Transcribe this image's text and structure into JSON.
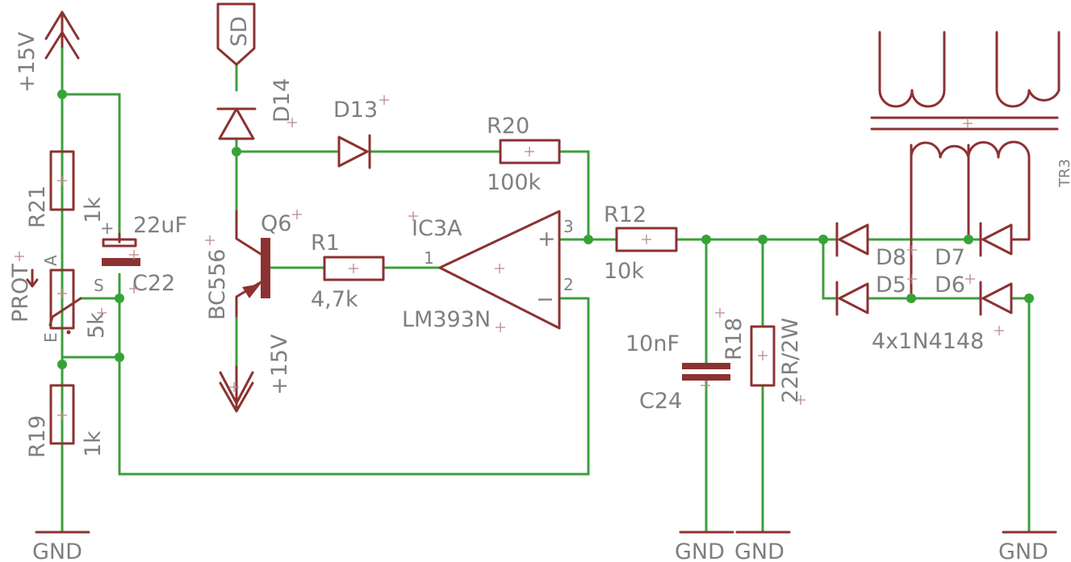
{
  "colors": {
    "wire": "#3c9f3c",
    "component": "#8c3232",
    "text": "#7f7f7f",
    "junction": "#36a336"
  },
  "supplies": {
    "v15_left": "+15V",
    "v15_mid": "+15V",
    "sd": "SD"
  },
  "grounds": {
    "g1": "GND",
    "g2": "GND",
    "g3": "GND",
    "g4": "GND"
  },
  "components": {
    "r21": {
      "name": "R21",
      "value": "1k"
    },
    "r19": {
      "name": "R19",
      "value": "1k"
    },
    "c22": {
      "name": "C22",
      "value": "22uF",
      "plus": "+"
    },
    "prot": {
      "name": "PROT",
      "value": "5k",
      "pin_a": "A",
      "pin_e": "E",
      "pin_s": "S"
    },
    "d14": {
      "name": "D14"
    },
    "d13": {
      "name": "D13"
    },
    "r20": {
      "name": "R20",
      "value": "100k"
    },
    "q6": {
      "name": "Q6",
      "value": "BC556"
    },
    "r1": {
      "name": "R1",
      "value": "4,7k"
    },
    "ic3a": {
      "name": "IC3A",
      "value": "LM393N",
      "pin1": "1",
      "pin2": "2",
      "pin3": "3",
      "plus": "+",
      "minus": "−"
    },
    "r12": {
      "name": "R12",
      "value": "10k"
    },
    "c24": {
      "name": "C24",
      "value": "10nF"
    },
    "r18": {
      "name": "R18",
      "value": "22R/2W"
    },
    "d8": {
      "name": "D8"
    },
    "d7": {
      "name": "D7"
    },
    "d5": {
      "name": "D5"
    },
    "d6": {
      "name": "D6"
    },
    "bridge": {
      "value": "4x1N4148"
    },
    "tr3": {
      "name": "TR3"
    }
  }
}
